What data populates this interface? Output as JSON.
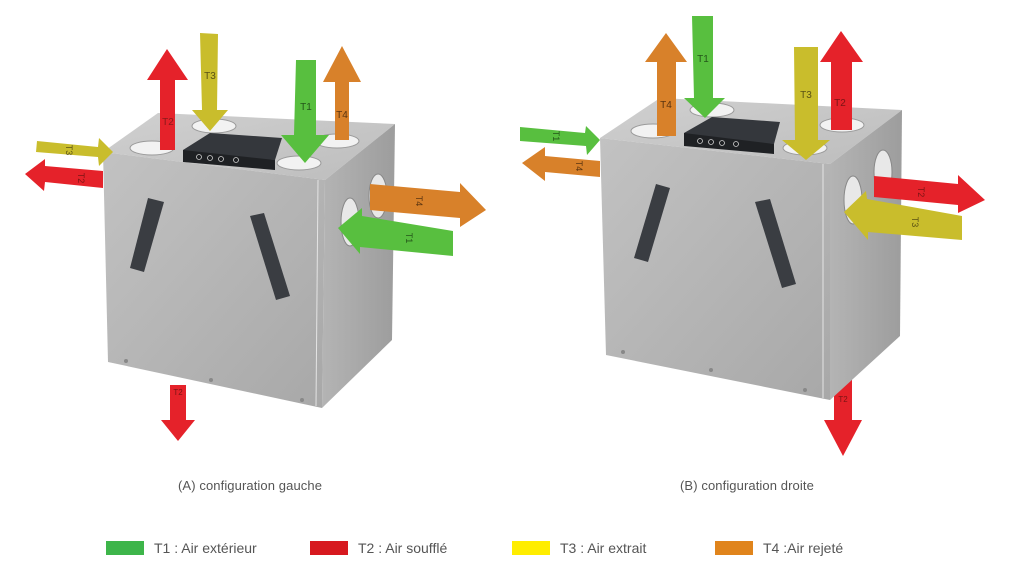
{
  "colors": {
    "T1": "#3db54a",
    "T2": "#d7191f",
    "T3": "#ffed00",
    "T4": "#e0841c",
    "arrow_T1": "#58bf3f",
    "arrow_T2": "#e5222a",
    "arrow_T3": "#c9bd2c",
    "arrow_T4": "#d8812a",
    "unit_front": "#b9b9b9",
    "unit_side": "#a9a9a9",
    "unit_top": "#c6c6c6",
    "handle": "#3a3d42",
    "panel": "#2c2f33"
  },
  "configurations": [
    {
      "id": "A",
      "caption": "(A) configuration gauche",
      "arrows": [
        {
          "label": "T2",
          "direction": "up",
          "position": "top-left"
        },
        {
          "label": "T3",
          "direction": "down",
          "position": "top-back-left"
        },
        {
          "label": "T1",
          "direction": "down",
          "position": "top-front-right"
        },
        {
          "label": "T4",
          "direction": "up",
          "position": "top-back-right"
        },
        {
          "label": "T3",
          "direction": "in",
          "position": "left-side-upper"
        },
        {
          "label": "T2",
          "direction": "out",
          "position": "left-side-lower"
        },
        {
          "label": "T4",
          "direction": "out",
          "position": "right-side-upper"
        },
        {
          "label": "T1",
          "direction": "in",
          "position": "right-side-lower"
        },
        {
          "label": "T2",
          "direction": "down",
          "position": "bottom"
        }
      ]
    },
    {
      "id": "B",
      "caption": "(B) configuration droite",
      "arrows": [
        {
          "label": "T4",
          "direction": "up",
          "position": "top-left"
        },
        {
          "label": "T1",
          "direction": "down",
          "position": "top-back-left"
        },
        {
          "label": "T3",
          "direction": "down",
          "position": "top-front-right"
        },
        {
          "label": "T2",
          "direction": "up",
          "position": "top-back-right"
        },
        {
          "label": "T1",
          "direction": "in",
          "position": "left-side-upper"
        },
        {
          "label": "T4",
          "direction": "out",
          "position": "left-side-lower"
        },
        {
          "label": "T2",
          "direction": "out",
          "position": "right-side-upper"
        },
        {
          "label": "T3",
          "direction": "in",
          "position": "right-side-lower"
        },
        {
          "label": "T2",
          "direction": "down",
          "position": "bottom"
        }
      ]
    }
  ],
  "legend": [
    {
      "key": "T1",
      "label": "T1 : Air extérieur",
      "color": "#3db54a"
    },
    {
      "key": "T2",
      "label": "T2 : Air soufflé",
      "color": "#d7191f"
    },
    {
      "key": "T3",
      "label": "T3 : Air extrait",
      "color": "#ffed00"
    },
    {
      "key": "T4",
      "label": "T4 :Air rejeté",
      "color": "#e0841c"
    }
  ],
  "arrow_text": {
    "A_top_T2": "T2",
    "A_top_T3": "T3",
    "A_top_T1": "T1",
    "A_top_T4": "T4",
    "A_left_T3": "T3",
    "A_left_T2": "T2",
    "A_right_T4": "T4",
    "A_right_T1": "T1",
    "A_bottom_T2": "T2",
    "B_top_T4": "T4",
    "B_top_T1": "T1",
    "B_top_T3": "T3",
    "B_top_T2": "T2",
    "B_left_T1": "T1",
    "B_left_T4": "T4",
    "B_right_T2": "T2",
    "B_right_T3": "T3",
    "B_bottom_T2": "T2"
  }
}
